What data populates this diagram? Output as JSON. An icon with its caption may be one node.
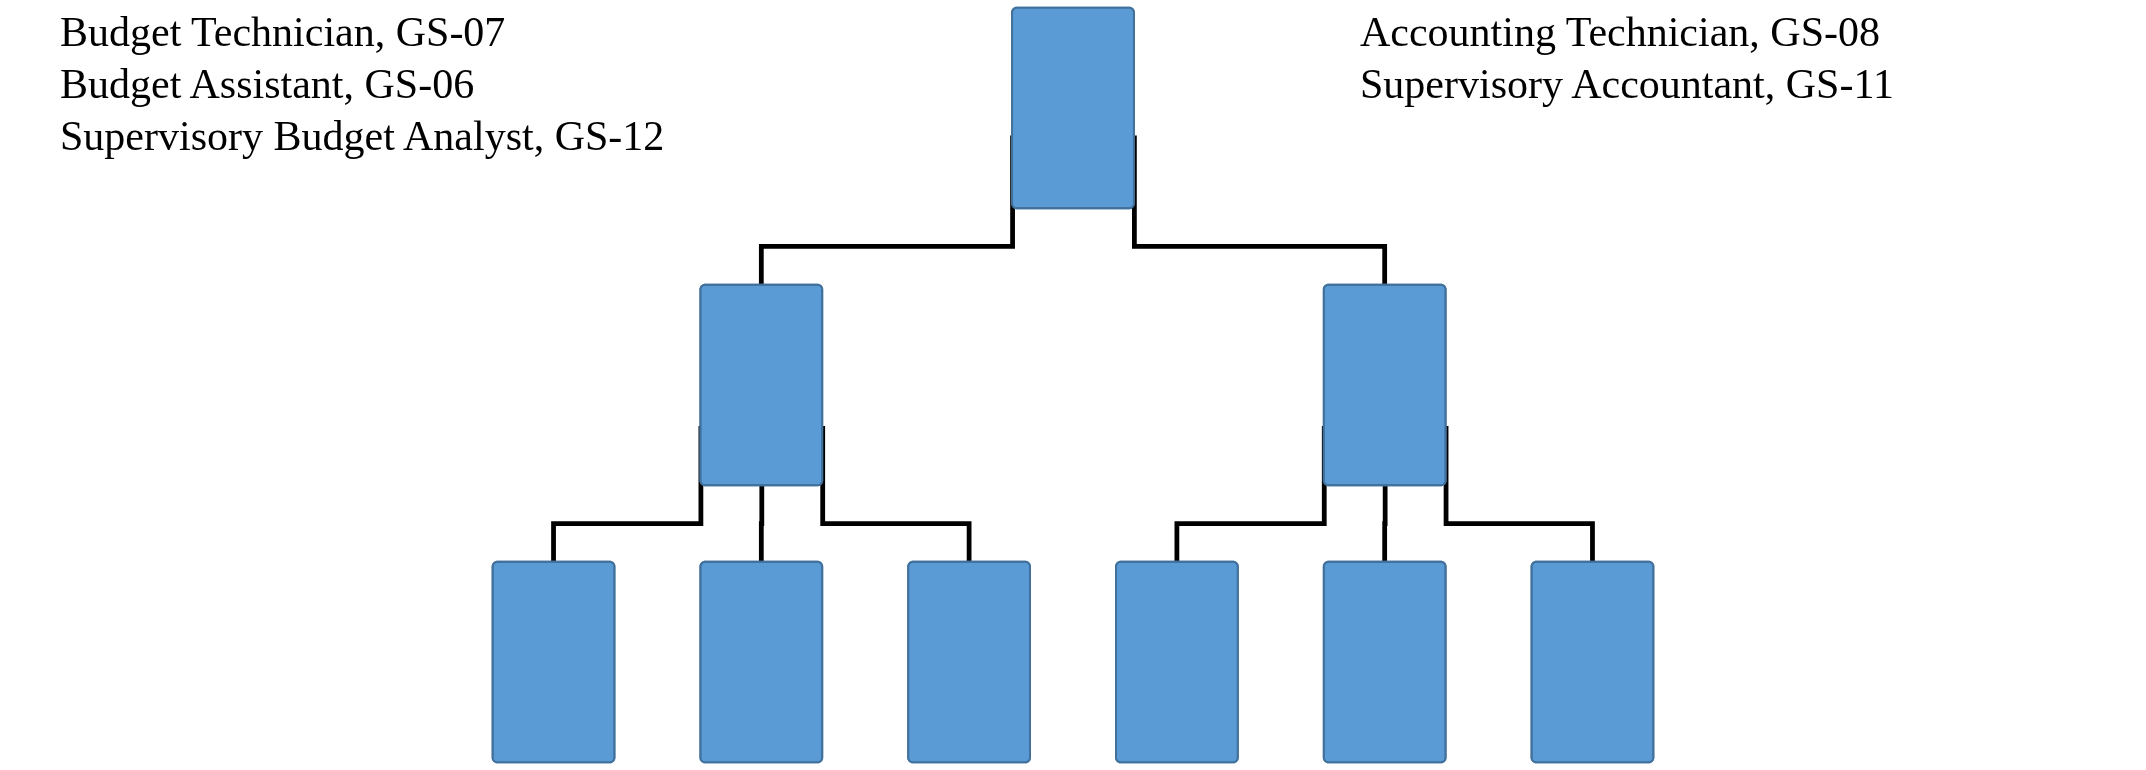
{
  "diagram": {
    "nodes": [
      {
        "text": [],
        "shape": "box"
      },
      {
        "text": [],
        "shape": "box"
      },
      {
        "text": [],
        "shape": "box"
      },
      {
        "text": [],
        "shape": "box"
      },
      {
        "text": [],
        "shape": "box"
      },
      {
        "text": [],
        "shape": "box"
      },
      {
        "text": [],
        "shape": "box"
      },
      {
        "text": [],
        "shape": "box"
      },
      {
        "text": [],
        "shape": "box"
      }
    ],
    "edges": [
      {
        "from": 0,
        "to": 1,
        "arrow": "none"
      },
      {
        "from": 0,
        "to": 2,
        "arrow": "none"
      },
      {
        "from": 1,
        "to": 3,
        "arrow": "none"
      },
      {
        "from": 1,
        "to": 4,
        "arrow": "none"
      },
      {
        "from": 1,
        "to": 5,
        "arrow": "none"
      },
      {
        "from": 2,
        "to": 6,
        "arrow": "none"
      },
      {
        "from": 2,
        "to": 7,
        "arrow": "none"
      },
      {
        "from": 2,
        "to": 8,
        "arrow": "none"
      }
    ],
    "labels": [
      "Budget Technician, GS-07",
      "Budget Assistant, GS-06",
      "Supervisory Budget Analyst, GS-12",
      "Accounting Technician, GS-08",
      "Supervisory Accountant, GS-11"
    ]
  }
}
